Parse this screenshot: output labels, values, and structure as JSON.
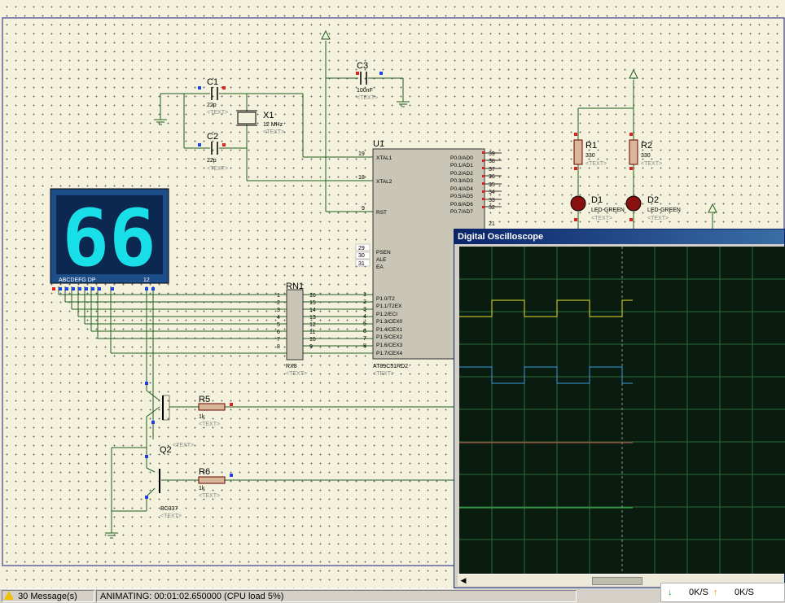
{
  "schematic": {
    "display": {
      "digits": "66",
      "segment_label": "ABCDEFG DP",
      "digit_label": "12"
    },
    "components": {
      "c1": {
        "ref": "C1",
        "value": "22p",
        "text": "<TEXT>"
      },
      "c2": {
        "ref": "C2",
        "value": "22p",
        "text": "<TEXT>"
      },
      "c3": {
        "ref": "C3",
        "value": "100nF",
        "text": "<TEXT>"
      },
      "x1": {
        "ref": "X1",
        "value": "12 MHz",
        "text": "<TEXT>"
      },
      "u1": {
        "ref": "U1",
        "part": "AT89C51RD2",
        "text": "<TEXT>"
      },
      "rn1": {
        "ref": "RN1",
        "part": "RX8",
        "text": "<TEXT>"
      },
      "r1": {
        "ref": "R1",
        "value": "330",
        "text": "<TEXT>"
      },
      "r2": {
        "ref": "R2",
        "value": "330",
        "text": "<TEXT>"
      },
      "d1": {
        "ref": "D1",
        "part": "LED-GREEN",
        "text": "<TEXT>"
      },
      "d2": {
        "ref": "D2",
        "part": "LED-GREEN",
        "text": "<TEXT>"
      },
      "r5": {
        "ref": "R5",
        "value": "1k",
        "text": "<TEXT>"
      },
      "r6": {
        "ref": "R6",
        "value": "1k",
        "text": "<TEXT>"
      },
      "q2": {
        "ref": "Q2",
        "part": "BC337",
        "text": "<TEXT>"
      },
      "q1": {
        "text": "<TEXT>"
      }
    },
    "u1_left_pins": [
      {
        "num": "19",
        "name": "XTAL1"
      },
      {
        "num": "18",
        "name": "XTAL2"
      },
      {
        "num": "9",
        "name": "RST"
      },
      {
        "num": "29",
        "name": "PSEN"
      },
      {
        "num": "30",
        "name": "ALE"
      },
      {
        "num": "31",
        "name": "EA"
      },
      {
        "num": "1",
        "name": "P1.0/T2"
      },
      {
        "num": "2",
        "name": "P1.1/T2EX"
      },
      {
        "num": "3",
        "name": "P1.2/ECI"
      },
      {
        "num": "4",
        "name": "P1.3/CEX0"
      },
      {
        "num": "5",
        "name": "P1.4/CEX1"
      },
      {
        "num": "6",
        "name": "P1.5/CEX2"
      },
      {
        "num": "7",
        "name": "P1.6/CEX3"
      },
      {
        "num": "8",
        "name": "P1.7/CEX4"
      }
    ],
    "u1_right_pins": [
      {
        "num": "39",
        "name": "P0.0/AD0"
      },
      {
        "num": "38",
        "name": "P0.1/AD1"
      },
      {
        "num": "37",
        "name": "P0.2/AD2"
      },
      {
        "num": "36",
        "name": "P0.3/AD3"
      },
      {
        "num": "35",
        "name": "P0.4/AD4"
      },
      {
        "num": "34",
        "name": "P0.5/AD5"
      },
      {
        "num": "33",
        "name": "P0.6/AD6"
      },
      {
        "num": "32",
        "name": "P0.7/AD7"
      },
      {
        "num": "21",
        "name": ""
      }
    ],
    "rn1_left_pins": [
      "1",
      "2",
      "3",
      "4",
      "5",
      "6",
      "7",
      "8"
    ],
    "rn1_right_pins": [
      "16",
      "15",
      "14",
      "13",
      "12",
      "11",
      "10",
      "9"
    ]
  },
  "oscilloscope": {
    "title": "Digital Oscilloscope",
    "colors": {
      "channel_a": "#e8e030",
      "channel_b": "#3a9ad8",
      "channel_c": "#c84848",
      "channel_d": "#40b848",
      "grid": "#2d6b3e"
    }
  },
  "statusbar": {
    "messages": "30 Message(s)",
    "animating": "ANIMATING: 00:01:02.650000 (CPU load 5%)",
    "rate_down": "0K/S",
    "rate_up": "0K/S"
  }
}
